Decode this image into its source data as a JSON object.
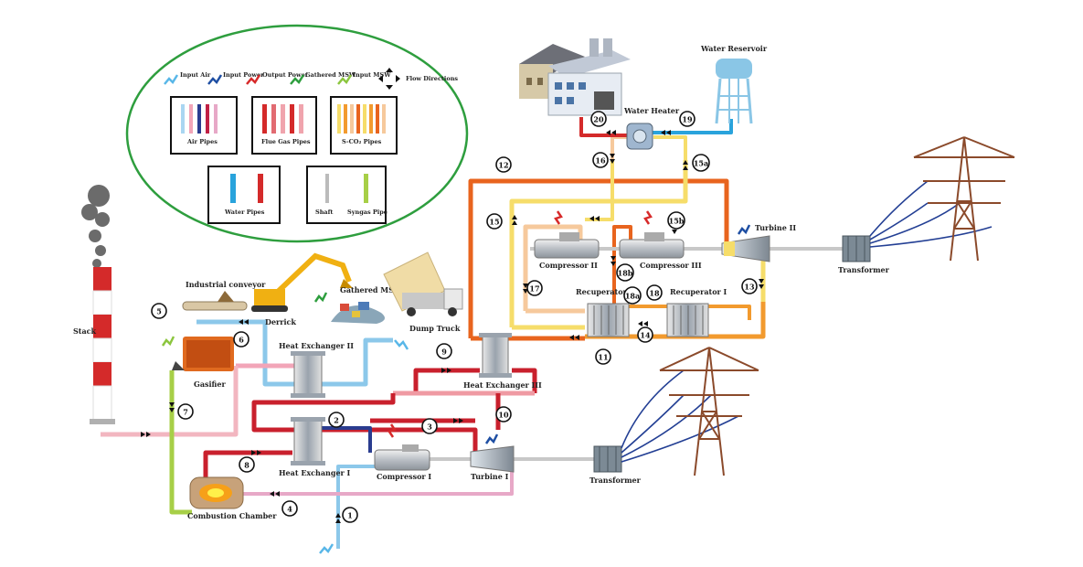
{
  "legend": {
    "input_air": "Input Air",
    "input_power": "Input Power",
    "output_power": "Output Power",
    "gathered_msw": "Gathered MSW",
    "input_msw": "Input MSW",
    "flow_directions": "Flow Directions",
    "air_pipes": "Air Pipes",
    "flue_gas_pipes": "Flue Gas Pipes",
    "sco2_pipes": "S-CO₂ Pipes",
    "water_pipes": "Water Pipes",
    "shaft": "Shaft",
    "syngas_pipe": "Syngas Pipe"
  },
  "labels": {
    "stack": "Stack",
    "industrial_conveyor": "Industrial conveyor",
    "derrick": "Derrick",
    "gathered_msw": "Gathered MSW",
    "dump_truck": "Dump Truck",
    "gasifier": "Gasifier",
    "heat_exchanger_1": "Heat Exchanger I",
    "heat_exchanger_2": "Heat Exchanger II",
    "heat_exchanger_3": "Heat Exchanger III",
    "combustion_chamber": "Combustion Chamber",
    "compressor_1": "Compressor I",
    "compressor_2": "Compressor II",
    "compressor_3": "Compressor III",
    "turbine_1": "Turbine I",
    "turbine_2": "Turbine II",
    "recuperator_1": "Recuperator I",
    "recuperator_2": "Recuperator II",
    "transformer_1": "Transformer",
    "transformer_2": "Transformer",
    "water_heater": "Water Heater",
    "water_reservoir": "Water Reservoir"
  },
  "states": [
    "1",
    "2",
    "3",
    "4",
    "5",
    "6",
    "7",
    "8",
    "9",
    "10",
    "11",
    "12",
    "13",
    "14",
    "15",
    "15a",
    "15b",
    "16",
    "17",
    "18",
    "18a",
    "18b",
    "19",
    "20"
  ],
  "colors": {
    "air": "#8cc8ea",
    "flue_gas": "#c9202d",
    "flue_gas_light": "#ef9aa3",
    "sco2_dark": "#e8641e",
    "sco2_orange": "#f29a2e",
    "sco2_yellow": "#f6dd6a",
    "sco2_light": "#f6c99c",
    "water_blue": "#29a3dc",
    "water_red": "#d42a2a",
    "syngas": "#a7cf47",
    "shaft": "#c8c8c8",
    "legend_border": "#2e9e3e",
    "tower": "#8b4a2b",
    "power_line": "#233f94"
  }
}
